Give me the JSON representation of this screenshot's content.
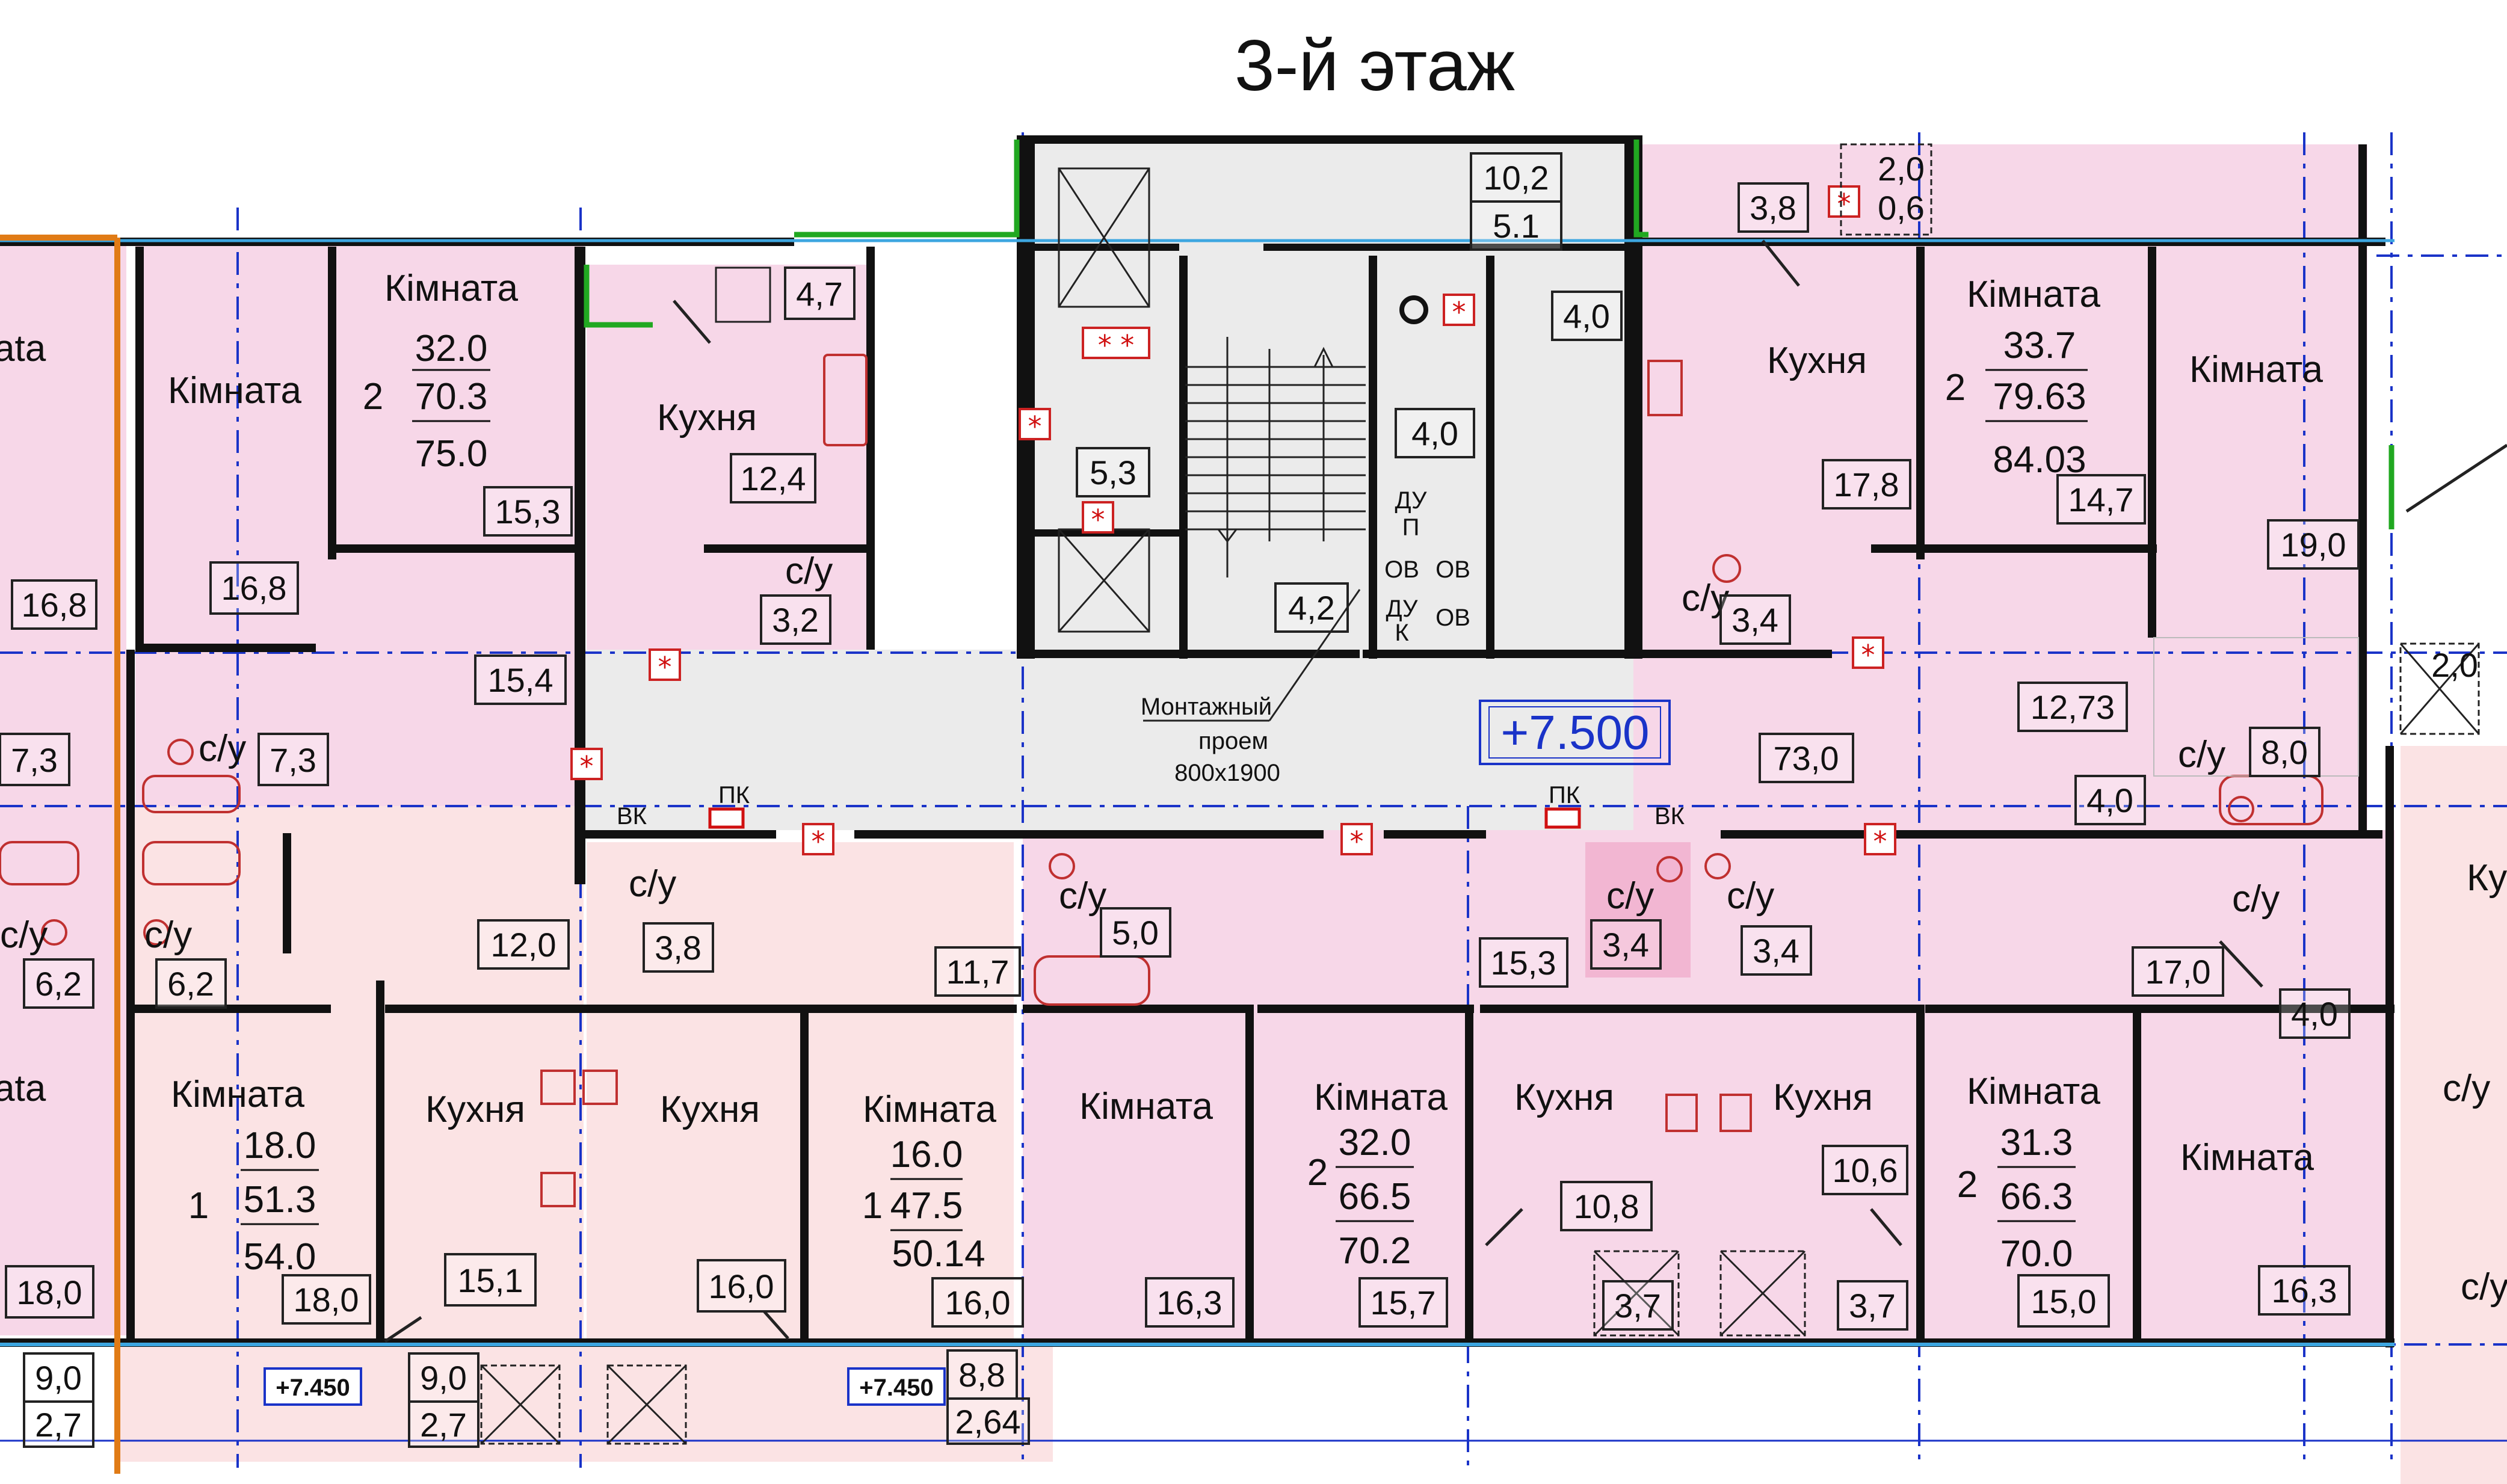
{
  "title": "3-й этаж",
  "mark_level": "+7.500",
  "mark_balcony": "+7.450",
  "shaft_note": {
    "line1": "Монтажный",
    "line2": "проем",
    "line3": "800x1900"
  },
  "tags": {
    "pk": "ПК",
    "vk": "ВК",
    "du": "ДУ",
    "p": "П",
    "ov": "ОВ",
    "k": "К"
  },
  "colors": {
    "apartment_zone": "#f7d7e8",
    "corridor_zone": "#ebebeb",
    "grid_lines": "#1a33c8",
    "facade_green": "#21a821",
    "section_orange": "#e07b16",
    "fire_marker": "#d01010"
  },
  "apartments": [
    {
      "id": "top-left",
      "rooms": "2",
      "living": "32.0",
      "total": "70.3",
      "total_with_balcony": "75.0"
    },
    {
      "id": "top-right",
      "rooms": "2",
      "living": "33.7",
      "total": "79.63",
      "total_with_balcony": "84.03"
    },
    {
      "id": "bottom-left",
      "rooms": "1",
      "living": "18.0",
      "total": "51.3",
      "total_with_balcony": "54.0"
    },
    {
      "id": "bottom-mid-left",
      "rooms": "1",
      "living": "16.0",
      "total": "47.5",
      "total_with_balcony": "50.14"
    },
    {
      "id": "bottom-mid",
      "rooms": "2",
      "living": "32.0",
      "total": "66.5",
      "total_with_balcony": "70.2"
    },
    {
      "id": "bottom-right",
      "rooms": "2",
      "living": "31.3",
      "total": "66.3",
      "total_with_balcony": "70.0"
    }
  ],
  "room_names": {
    "kimnata": "Кімната",
    "kimnata_cut": "ata",
    "kimnata_cut2": "ata",
    "kukhnia": "Кухня",
    "su": "с/у",
    "ku_cut": "Ку",
    "su_cut": "с/у"
  },
  "areas": {
    "a16_8_l": "16,8",
    "a16_8": "16,8",
    "a15_3_t": "15,3",
    "a12_4": "12,4",
    "a3_2": "3,2",
    "a4_7": "4,7",
    "a7_3_l": "7,3",
    "a7_3": "7,3",
    "a15_4": "15,4",
    "a6_2_l": "6,2",
    "a6_2": "6,2",
    "a12_0": "12,0",
    "a3_8": "3,8",
    "a11_7": "11,7",
    "a5_0": "5,0",
    "a18_0_l": "18,0",
    "a18_0": "18,0",
    "a15_1": "15,1",
    "a16_0_b": "16,0",
    "a16_0": "16,0",
    "a16_3_l": "16,3",
    "a15_7": "15,7",
    "a10_8": "10,8",
    "a3_7_l": "3,7",
    "a10_6": "10,6",
    "a3_7": "3,7",
    "a15_0": "15,0",
    "a16_3_r": "16,3",
    "a9_0_l": "9,0",
    "a2_7_l": "2,7",
    "a9_0": "9,0",
    "a2_7": "2,7",
    "a8_8": "8,8",
    "a2_64": "2,64",
    "a10_2": "10,2",
    "a5_1": "5.1",
    "a4_0_t": "4,0",
    "a4_0_m": "4,0",
    "a5_3": "5,3",
    "a4_2": "4,2",
    "a3_8_t": "3,8",
    "a2_0": "2,0",
    "a0_6": "0,6",
    "a17_8": "17,8",
    "a14_7": "14,7",
    "a19_0": "19,0",
    "a3_4_t": "3,4",
    "a12_73": "12,73",
    "a73_0": "73,0",
    "a8_0": "8,0",
    "a4_0_r": "4,0",
    "a15_3": "15,3",
    "a3_4_a": "3,4",
    "a3_4_b": "3,4",
    "a17_0": "17,0",
    "a4_0_b": "4,0",
    "a2_0_r": "2,0"
  }
}
